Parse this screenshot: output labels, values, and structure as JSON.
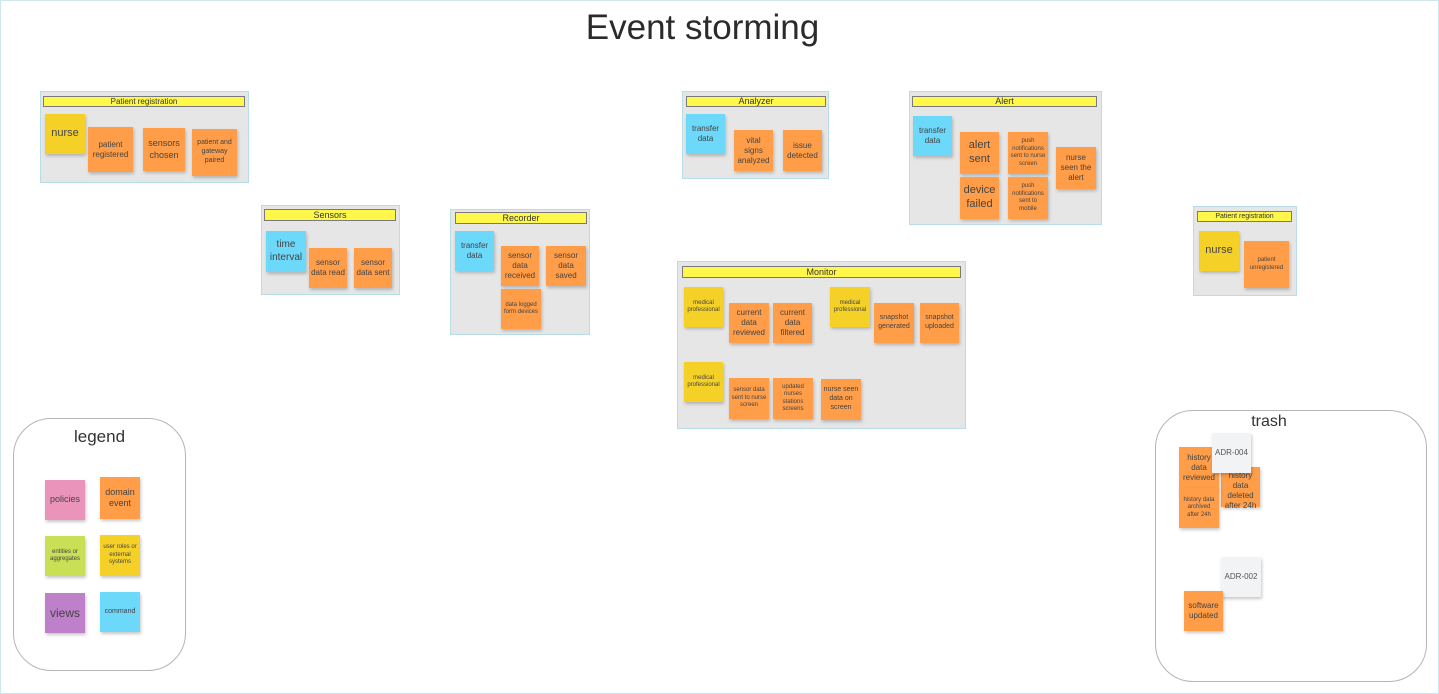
{
  "title": "Event storming",
  "patient_registration": {
    "header": "Patient registration",
    "nurse": "nurse",
    "patient_registered": "patient registered",
    "sensors_chosen": "sensors chosen",
    "patient_gateway_paired": "patient and gateway paired"
  },
  "sensors": {
    "header": "Sensors",
    "time_interval": "time interval",
    "sensor_data_read": "sensor data read",
    "sensor_data_sent": "sensor data sent"
  },
  "recorder": {
    "header": "Recorder",
    "transfer_data": "transfer data",
    "sensor_data_received": "sensor data received",
    "sensor_data_saved": "sensor data saved",
    "data_logged": "data logged form devices"
  },
  "analyzer": {
    "header": "Analyzer",
    "transfer_data": "transfer data",
    "vital_signs_analyzed": "vital signs analyzed",
    "issue_detected": "issue detected"
  },
  "alert": {
    "header": "Alert",
    "transfer_data": "transfer data",
    "alert_sent": "alert sent",
    "push_nurse_screen": "push notifications sent to nurse screen",
    "nurse_seen_alert": "nurse seen the alert",
    "device_failed": "device failed",
    "push_mobile": "push notifications sent to mobile"
  },
  "monitor": {
    "header": "Monitor",
    "medical_professional_1": "medical professional",
    "current_data_reviewed": "current data reviewed",
    "current_data_filtered": "current data filtered",
    "medical_professional_2": "medical professional",
    "snapshot_generated": "snapshot generated",
    "snapshot_uploaded": "snapshot uploaded",
    "medical_professional_3": "medical professional",
    "sensor_data_sent_nurse": "sensor data sent to nurse screen",
    "updated_nurses_screens": "updated nurses stations screens",
    "nurse_seen_data": "nurse seen data on screen"
  },
  "patient_registration_2": {
    "header": "Patient registration",
    "nurse": "nurse",
    "patient_unregistered": "patient unregistered"
  },
  "legend": {
    "title": "legend",
    "policies": "policies",
    "domain_event": "domain event",
    "entities": "entities or aggregates",
    "user_roles": "user roles or external systems",
    "views": "views",
    "command": "command"
  },
  "trash": {
    "title": "trash",
    "history_data_reviewed": "history data reviewed",
    "adr_004": "ADR-004",
    "history_data_deleted": "history data deleted after 24h",
    "history_data_archived": "history data archived after 24h",
    "adr_002": "ADR-002",
    "software_updated": "software updated"
  },
  "colors": {
    "domain_event": "#ff9d48",
    "command": "#6cd8fa",
    "user_role": "#f5d128",
    "policy": "#ea94bb",
    "entity": "#c9df56",
    "view": "#be81c9",
    "frame_header": "#fff84a",
    "frame_background": "#e6e6e6"
  }
}
